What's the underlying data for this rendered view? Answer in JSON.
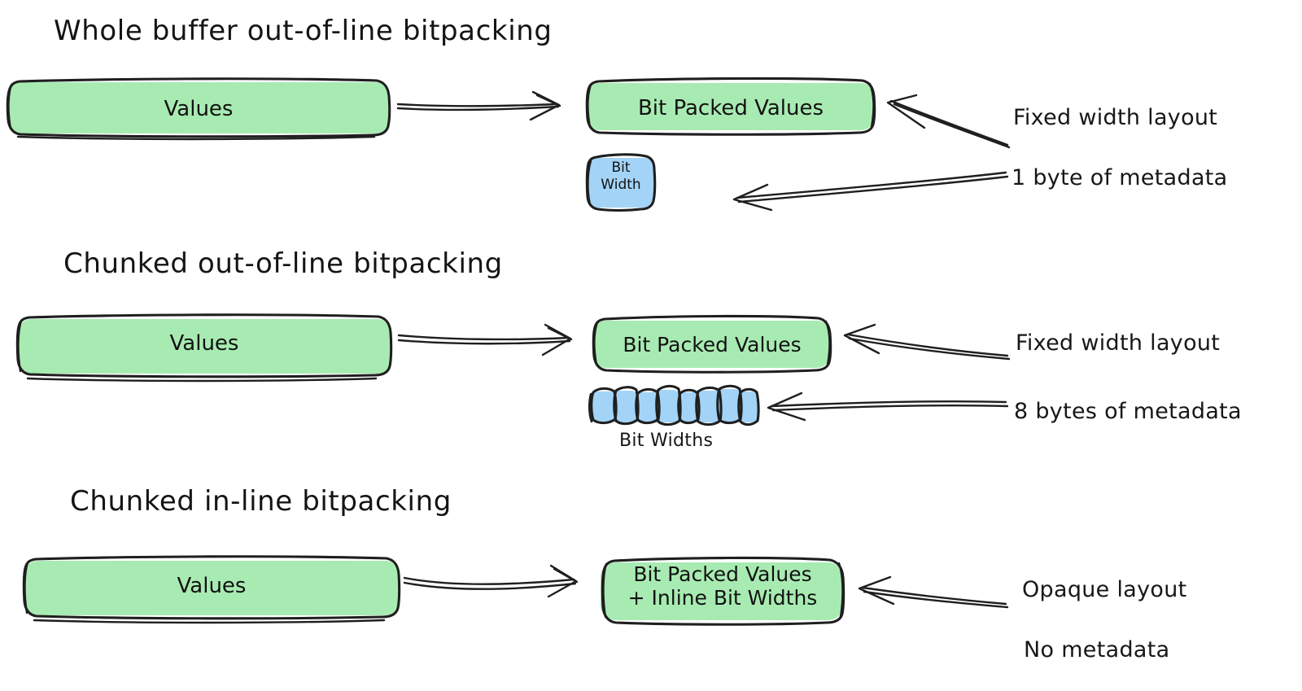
{
  "palette": {
    "green_fill": "#a8ebb2",
    "green_stroke": "#1f1f1f",
    "blue_fill": "#a3d4f7",
    "blue_stroke": "#1f1f1f",
    "ink": "#1b1b1b",
    "background": "#ffffff"
  },
  "sections": [
    {
      "id": "whole-buffer",
      "title": "Whole buffer out-of-line bitpacking",
      "source_box": {
        "label": "Values",
        "fill": "green"
      },
      "target_box": {
        "label": "Bit Packed Values",
        "fill": "green"
      },
      "meta_box": {
        "label": "Bit\nWidth",
        "fill": "blue",
        "chunks": 1
      },
      "annotations": [
        {
          "text": "Fixed width layout",
          "target": "target_box"
        },
        {
          "text": "1 byte of metadata",
          "target": "meta_box"
        }
      ]
    },
    {
      "id": "chunked-out-of-line",
      "title": "Chunked out-of-line bitpacking",
      "source_box": {
        "label": "Values",
        "fill": "green"
      },
      "target_box": {
        "label": "Bit Packed Values",
        "fill": "green"
      },
      "meta_box": {
        "label": "Bit Widths",
        "fill": "blue",
        "chunks": 8
      },
      "annotations": [
        {
          "text": "Fixed width layout",
          "target": "target_box"
        },
        {
          "text": "8 bytes of metadata",
          "target": "meta_box"
        }
      ]
    },
    {
      "id": "chunked-in-line",
      "title": "Chunked in-line bitpacking",
      "source_box": {
        "label": "Values",
        "fill": "green"
      },
      "target_box": {
        "label": "Bit Packed Values\n+ Inline Bit Widths",
        "fill": "green"
      },
      "meta_box": null,
      "annotations": [
        {
          "text": "Opaque layout",
          "target": "target_box"
        },
        {
          "text": "No metadata",
          "target": null
        }
      ]
    }
  ],
  "icons": {
    "arrow": "flow-arrow-icon",
    "callout": "callout-arrow-icon"
  }
}
